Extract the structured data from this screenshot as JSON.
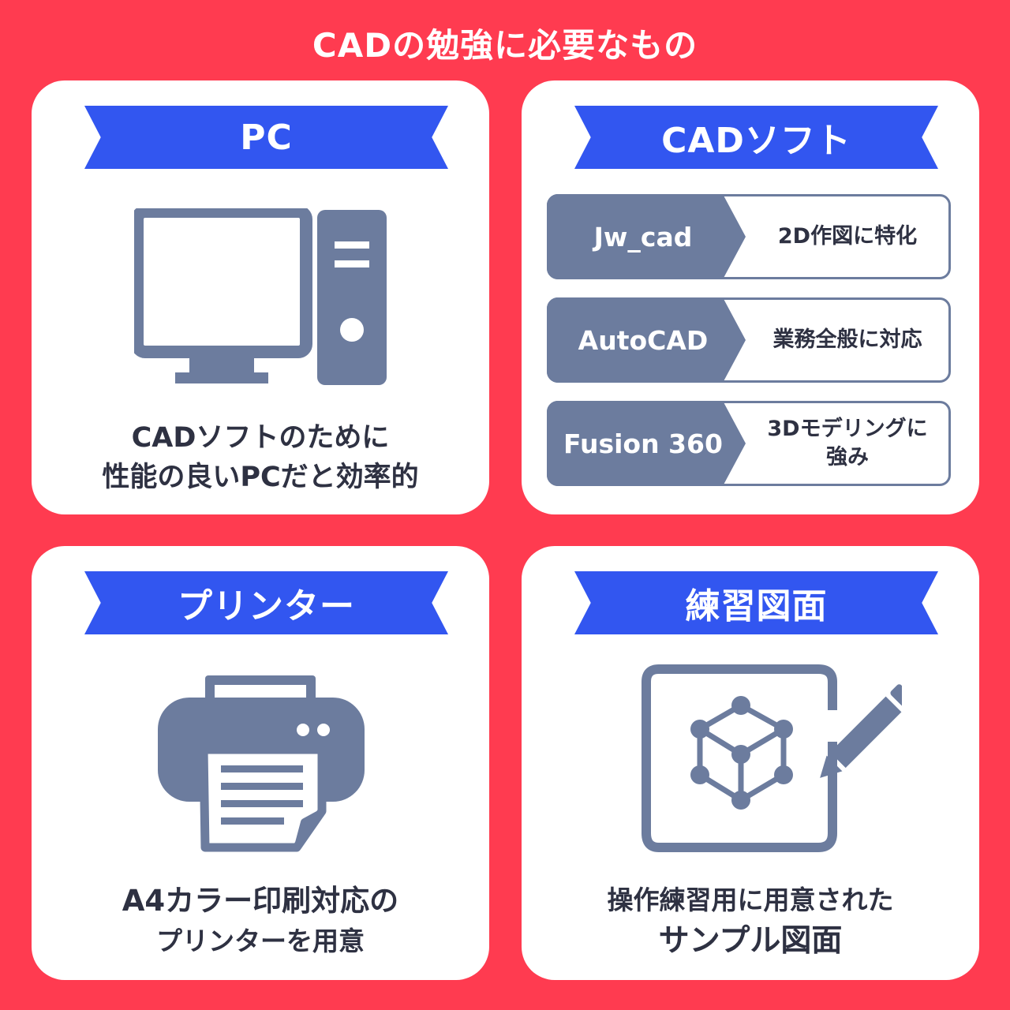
{
  "title": "CADの勉強に必要なもの",
  "colors": {
    "background": "#ff3b50",
    "ribbon": "#3256f0",
    "icon": "#6c7c9e",
    "text": "#2e3142",
    "card": "#ffffff"
  },
  "cards": {
    "pc": {
      "heading": "PC",
      "icon": "desktop-computer-icon",
      "desc_line1": "CADソフトのために",
      "desc_line2": "性能の良いPCだと効率的"
    },
    "cad": {
      "heading": "CADソフト",
      "software": [
        {
          "name": "Jw_cad",
          "feature": "2D作図に特化"
        },
        {
          "name": "AutoCAD",
          "feature": "業務全般に対応"
        },
        {
          "name": "Fusion 360",
          "feature_line1": "3Dモデリングに",
          "feature_line2": "強み"
        }
      ]
    },
    "printer": {
      "heading": "プリンター",
      "icon": "printer-icon",
      "desc_line1": "A4カラー印刷対応の",
      "desc_line2": "プリンターを用意"
    },
    "drawing": {
      "heading": "練習図面",
      "icon": "3d-drawing-icon",
      "desc_line1": "操作練習用に用意された",
      "desc_line2": "サンプル図面"
    }
  }
}
